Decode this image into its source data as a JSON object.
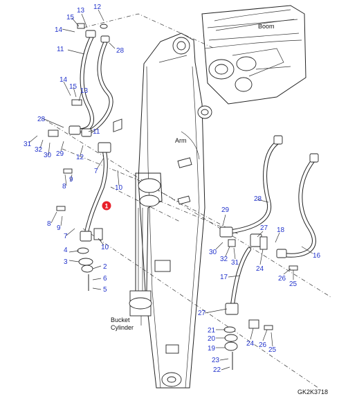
{
  "diagram": {
    "labels": {
      "boom": "Boom",
      "arm": "Arm",
      "bucket_cylinder_line1": "Bucket",
      "bucket_cylinder_line2": "Cylinder"
    },
    "code": "GK2K3718",
    "highlight_callout": "1",
    "colors": {
      "callout_text": "#2233cc",
      "highlight_fill": "#e8202a",
      "line": "#222222"
    },
    "callouts": [
      "13",
      "12",
      "15",
      "14",
      "28",
      "11",
      "14",
      "15",
      "13",
      "28",
      "11",
      "31",
      "32",
      "30",
      "29",
      "12",
      "7",
      "10",
      "9",
      "8",
      "8",
      "9",
      "7",
      "10",
      "4",
      "3",
      "2",
      "6",
      "5",
      "29",
      "28",
      "27",
      "18",
      "30",
      "32",
      "31",
      "24",
      "16",
      "26",
      "25",
      "17",
      "27",
      "21",
      "20",
      "19",
      "24",
      "26",
      "25",
      "23",
      "22"
    ]
  }
}
